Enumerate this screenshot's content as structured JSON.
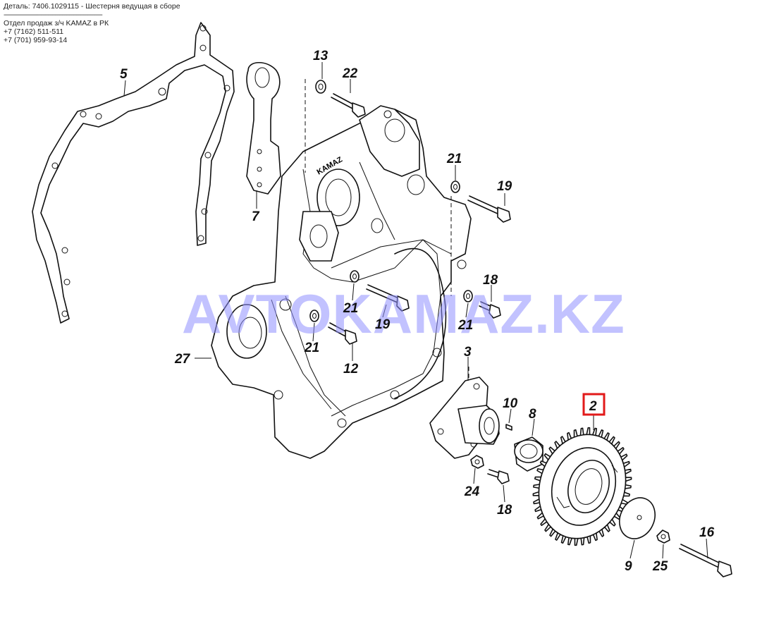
{
  "header": {
    "part_line": "Деталь: 7406.1029115 - Шестерня ведущая в сборе",
    "separator": "--------------------------------------------------------",
    "sales_line": "Отдел продаж з/ч KAMAZ в РК",
    "phone_1": "+7 (7162) 511-511",
    "phone_2": "+7 (701) 959-93-14"
  },
  "watermark": "AVTOKAMAZ.KZ",
  "callouts": {
    "c5": "5",
    "c7": "7",
    "c13": "13",
    "c22": "22",
    "c21a": "21",
    "c19a": "19",
    "c18a": "18",
    "c21b": "21",
    "c19b": "19",
    "c21c": "21",
    "c21d": "21",
    "c12": "12",
    "c27": "27",
    "c3": "3",
    "c10": "10",
    "c8": "8",
    "c2": "2",
    "c24": "24",
    "c18b": "18",
    "c16": "16",
    "c9": "9",
    "c25": "25"
  },
  "highlight_color": "#e21a1a",
  "line_color": "#111111"
}
